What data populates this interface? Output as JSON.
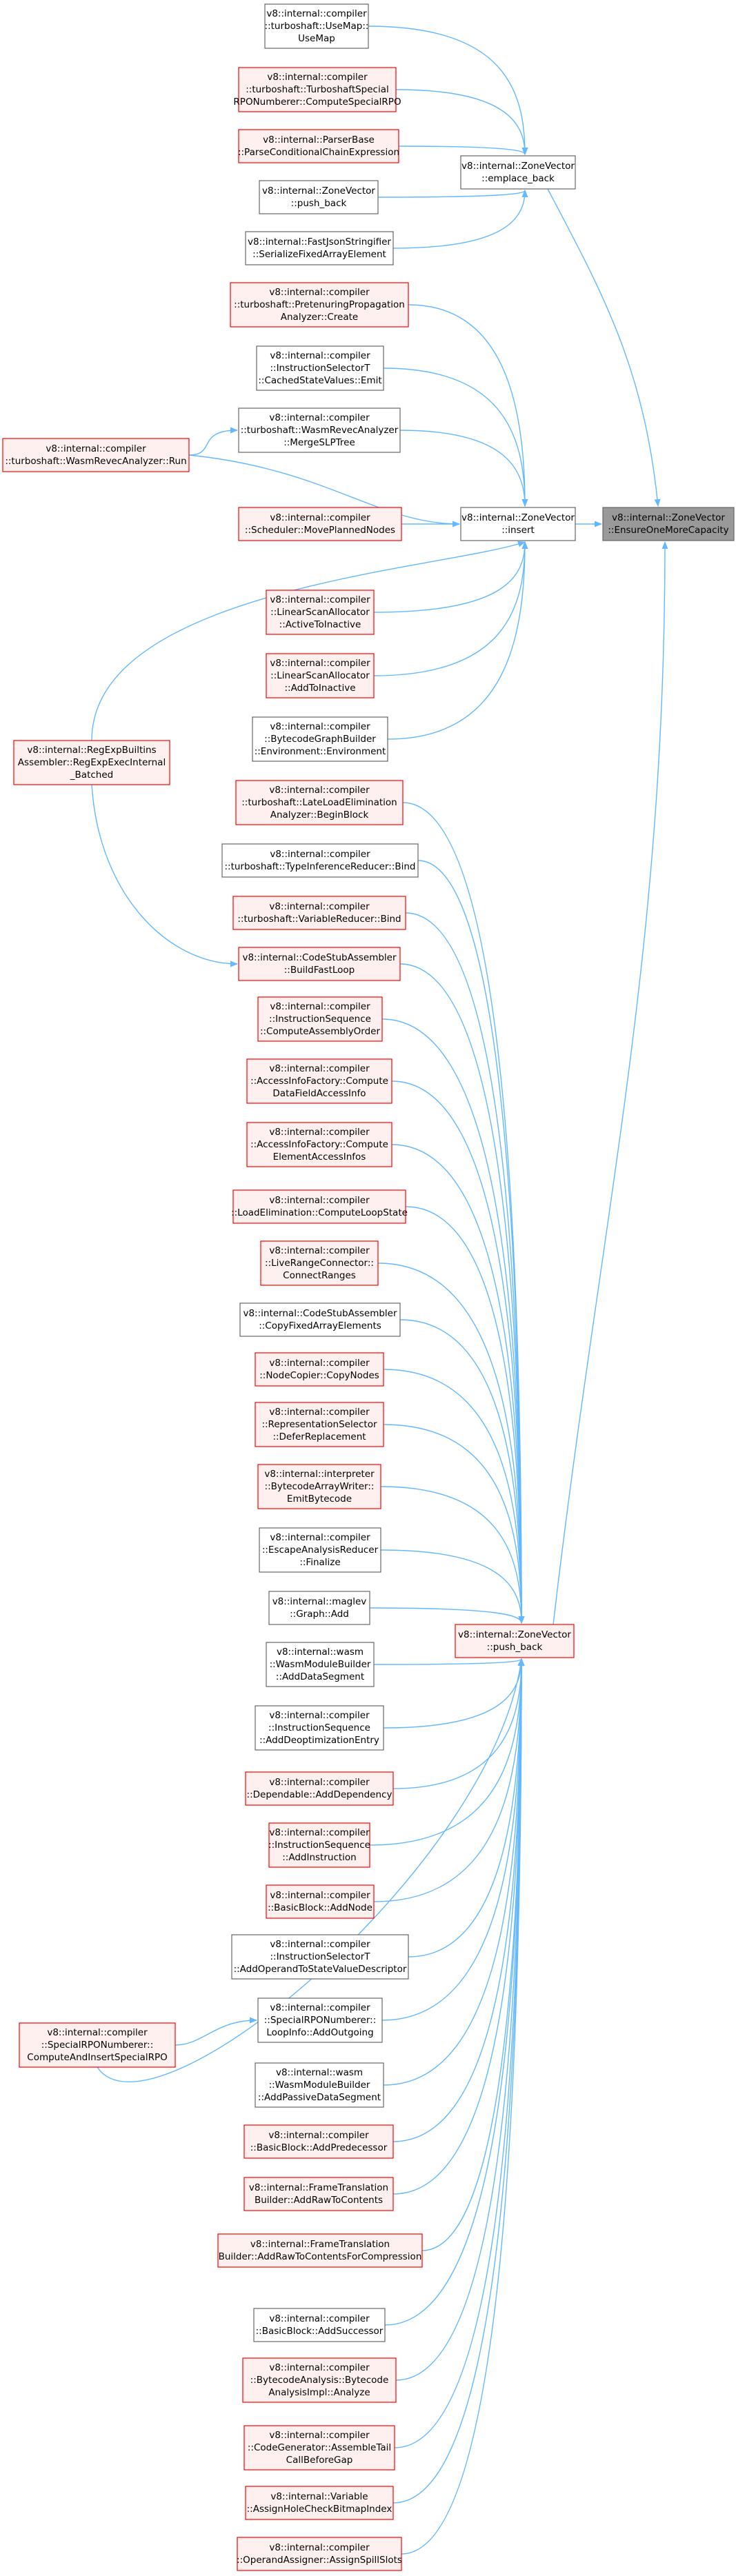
{
  "colors": {
    "edge": "#63b8ff",
    "target_fill": "#999999",
    "target_border": "#666666",
    "red_fill": "#fff0f0",
    "red_border": "#ff0000",
    "plain_fill": "#ffffff",
    "plain_border": "#666666"
  },
  "nodes": [
    {
      "id": "target",
      "style": "target",
      "lines": [
        "v8::internal::ZoneVector",
        "::EnsureOneMoreCapacity"
      ]
    },
    {
      "id": "emplace_back",
      "style": "plain",
      "lines": [
        "v8::internal::ZoneVector",
        "::emplace_back"
      ]
    },
    {
      "id": "insert",
      "style": "plain",
      "lines": [
        "v8::internal::ZoneVector",
        "::insert"
      ]
    },
    {
      "id": "push_back_main",
      "style": "red",
      "lines": [
        "v8::internal::ZoneVector",
        "::push_back"
      ]
    },
    {
      "id": "usemap",
      "style": "plain",
      "lines": [
        "v8::internal::compiler",
        "::turboshaft::UseMap::",
        "UseMap"
      ]
    },
    {
      "id": "specialrpo",
      "style": "red",
      "lines": [
        "v8::internal::compiler",
        "::turboshaft::TurboshaftSpecial",
        "RPONumberer::ComputeSpecialRPO"
      ]
    },
    {
      "id": "parsecond",
      "style": "red",
      "lines": [
        "v8::internal::ParserBase",
        "::ParseConditionalChainExpression"
      ]
    },
    {
      "id": "push_back_small",
      "style": "plain",
      "lines": [
        "v8::internal::ZoneVector",
        "::push_back"
      ]
    },
    {
      "id": "fastjson",
      "style": "plain",
      "lines": [
        "v8::internal::FastJsonStringifier",
        "::SerializeFixedArrayElement"
      ]
    },
    {
      "id": "pretenuring",
      "style": "red",
      "lines": [
        "v8::internal::compiler",
        "::turboshaft::PretenuringPropagation",
        "Analyzer::Create"
      ]
    },
    {
      "id": "cachedstate",
      "style": "plain",
      "lines": [
        "v8::internal::compiler",
        "::InstructionSelectorT",
        "::CachedStateValues::Emit"
      ]
    },
    {
      "id": "mergeslp",
      "style": "plain",
      "lines": [
        "v8::internal::compiler",
        "::turboshaft::WasmRevecAnalyzer",
        "::MergeSLPTree"
      ]
    },
    {
      "id": "revecrun",
      "style": "red",
      "lines": [
        "v8::internal::compiler",
        "::turboshaft::WasmRevecAnalyzer::Run"
      ]
    },
    {
      "id": "moveplanned",
      "style": "red",
      "lines": [
        "v8::internal::compiler",
        "::Scheduler::MovePlannedNodes"
      ]
    },
    {
      "id": "activetoinactive",
      "style": "red",
      "lines": [
        "v8::internal::compiler",
        "::LinearScanAllocator",
        "::ActiveToInactive"
      ]
    },
    {
      "id": "addtoinactive",
      "style": "red",
      "lines": [
        "v8::internal::compiler",
        "::LinearScanAllocator",
        "::AddToInactive"
      ]
    },
    {
      "id": "bytecodegraph",
      "style": "plain",
      "lines": [
        "v8::internal::compiler",
        "::BytecodeGraphBuilder",
        "::Environment::Environment"
      ]
    },
    {
      "id": "regexpbuiltins",
      "style": "red",
      "lines": [
        "v8::internal::RegExpBuiltins",
        "Assembler::RegExpExecInternal",
        "_Batched"
      ]
    },
    {
      "id": "lateload",
      "style": "red",
      "lines": [
        "v8::internal::compiler",
        "::turboshaft::LateLoadElimination",
        "Analyzer::BeginBlock"
      ]
    },
    {
      "id": "typeinference",
      "style": "plain",
      "lines": [
        "v8::internal::compiler",
        "::turboshaft::TypeInferenceReducer::Bind"
      ]
    },
    {
      "id": "variablereducer",
      "style": "red",
      "lines": [
        "v8::internal::compiler",
        "::turboshaft::VariableReducer::Bind"
      ]
    },
    {
      "id": "buildfastloop",
      "style": "red",
      "lines": [
        "v8::internal::CodeStubAssembler",
        "::BuildFastLoop"
      ]
    },
    {
      "id": "assemblyorder",
      "style": "red",
      "lines": [
        "v8::internal::compiler",
        "::InstructionSequence",
        "::ComputeAssemblyOrder"
      ]
    },
    {
      "id": "datafield",
      "style": "red",
      "lines": [
        "v8::internal::compiler",
        "::AccessInfoFactory::Compute",
        "DataFieldAccessInfo"
      ]
    },
    {
      "id": "elementaccess",
      "style": "red",
      "lines": [
        "v8::internal::compiler",
        "::AccessInfoFactory::Compute",
        "ElementAccessInfos"
      ]
    },
    {
      "id": "loadelim",
      "style": "red",
      "lines": [
        "v8::internal::compiler",
        "::LoadElimination::ComputeLoopState"
      ]
    },
    {
      "id": "liverange",
      "style": "red",
      "lines": [
        "v8::internal::compiler",
        "::LiveRangeConnector::",
        "ConnectRanges"
      ]
    },
    {
      "id": "copyfixed",
      "style": "plain",
      "lines": [
        "v8::internal::CodeStubAssembler",
        "::CopyFixedArrayElements"
      ]
    },
    {
      "id": "nodecopier",
      "style": "red",
      "lines": [
        "v8::internal::compiler",
        "::NodeCopier::CopyNodes"
      ]
    },
    {
      "id": "representation",
      "style": "red",
      "lines": [
        "v8::internal::compiler",
        "::RepresentationSelector",
        "::DeferReplacement"
      ]
    },
    {
      "id": "emitbytecode",
      "style": "red",
      "lines": [
        "v8::internal::interpreter",
        "::BytecodeArrayWriter::",
        "EmitBytecode"
      ]
    },
    {
      "id": "escapefinalize",
      "style": "plain",
      "lines": [
        "v8::internal::compiler",
        "::EscapeAnalysisReducer",
        "::Finalize"
      ]
    },
    {
      "id": "maglevadd",
      "style": "plain",
      "lines": [
        "v8::internal::maglev",
        "::Graph::Add"
      ]
    },
    {
      "id": "wasmdataseg",
      "style": "plain",
      "lines": [
        "v8::internal::wasm",
        "::WasmModuleBuilder",
        "::AddDataSegment"
      ]
    },
    {
      "id": "adddeopt",
      "style": "plain",
      "lines": [
        "v8::internal::compiler",
        "::InstructionSequence",
        "::AddDeoptimizationEntry"
      ]
    },
    {
      "id": "adddependency",
      "style": "red",
      "lines": [
        "v8::internal::compiler",
        "::Dependable::AddDependency"
      ]
    },
    {
      "id": "addinstruction",
      "style": "red",
      "lines": [
        "v8::internal::compiler",
        "::InstructionSequence",
        "::AddInstruction"
      ]
    },
    {
      "id": "addnode",
      "style": "red",
      "lines": [
        "v8::internal::compiler",
        "::BasicBlock::AddNode"
      ]
    },
    {
      "id": "addoperand",
      "style": "plain",
      "lines": [
        "v8::internal::compiler",
        "::InstructionSelectorT",
        "::AddOperandToStateValueDescriptor"
      ]
    },
    {
      "id": "addoutgoing",
      "style": "plain",
      "lines": [
        "v8::internal::compiler",
        "::SpecialRPONumberer::",
        "LoopInfo::AddOutgoing"
      ]
    },
    {
      "id": "computeinsert",
      "style": "red",
      "lines": [
        "v8::internal::compiler",
        "::SpecialRPONumberer::",
        "ComputeAndInsertSpecialRPO"
      ]
    },
    {
      "id": "passivedata",
      "style": "plain",
      "lines": [
        "v8::internal::wasm",
        "::WasmModuleBuilder",
        "::AddPassiveDataSegment"
      ]
    },
    {
      "id": "addpredecessor",
      "style": "red",
      "lines": [
        "v8::internal::compiler",
        "::BasicBlock::AddPredecessor"
      ]
    },
    {
      "id": "addraw",
      "style": "red",
      "lines": [
        "v8::internal::FrameTranslation",
        "Builder::AddRawToContents"
      ]
    },
    {
      "id": "addrawcomp",
      "style": "red",
      "lines": [
        "v8::internal::FrameTranslation",
        "Builder::AddRawToContentsForCompression"
      ]
    },
    {
      "id": "addsuccessor",
      "style": "plain",
      "lines": [
        "v8::internal::compiler",
        "::BasicBlock::AddSuccessor"
      ]
    },
    {
      "id": "bytecodeanalysis",
      "style": "red",
      "lines": [
        "v8::internal::compiler",
        "::BytecodeAnalysis::Bytecode",
        "AnalysisImpl::Analyze"
      ]
    },
    {
      "id": "assembletail",
      "style": "red",
      "lines": [
        "v8::internal::compiler",
        "::CodeGenerator::AssembleTail",
        "CallBeforeGap"
      ]
    },
    {
      "id": "assignhole",
      "style": "red",
      "lines": [
        "v8::internal::Variable",
        "::AssignHoleCheckBitmapIndex"
      ]
    },
    {
      "id": "assignspill",
      "style": "red",
      "lines": [
        "v8::internal::compiler",
        "::OperandAssigner::AssignSpillSlots"
      ]
    }
  ]
}
